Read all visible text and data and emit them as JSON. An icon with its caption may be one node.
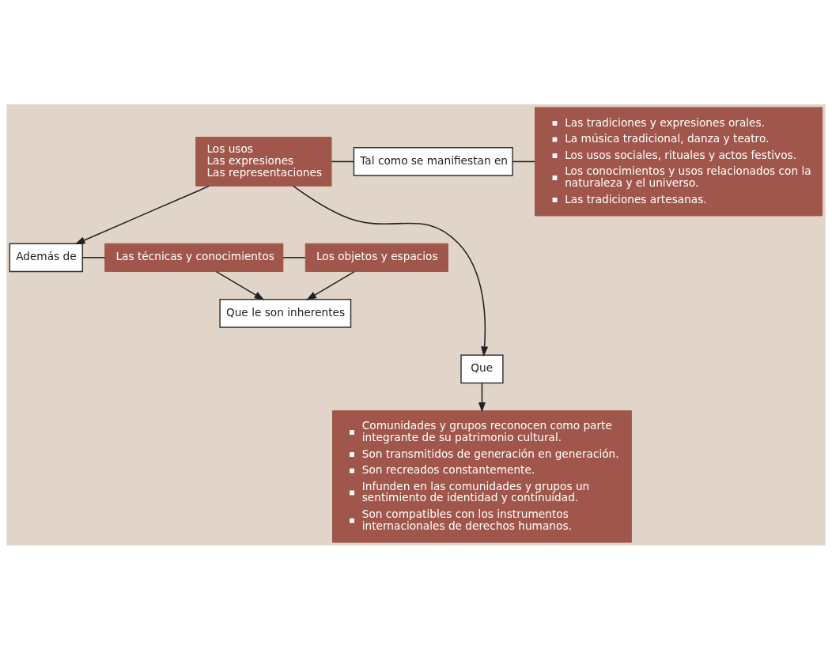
{
  "diagram": {
    "nodes": [
      {
        "text": [
          "Los usos",
          "Las expresiones",
          "Las representaciones"
        ]
      },
      {
        "text": [
          "Tal como se manifiestan en"
        ]
      },
      {
        "text": [
          "Las tradiciones y expresiones orales.",
          "La música tradicional, danza y teatro.",
          "Los usos sociales, rituales y actos festivos.",
          "Los conocimientos y usos relacionados con la naturaleza y el universo.",
          "Las tradiciones artesanas."
        ]
      },
      {
        "text": [
          "Además de"
        ]
      },
      {
        "text": [
          "Las técnicas y conocimientos"
        ]
      },
      {
        "text": [
          "Los objetos y espacios"
        ]
      },
      {
        "text": [
          "Que le son inherentes"
        ]
      },
      {
        "text": [
          "Que"
        ]
      },
      {
        "text": [
          "Comunidades y grupos reconocen como parte integrante de su patrimonio cultural.",
          "Son transmitidos de generación en generación.",
          "Son recreados constantemente.",
          "Infunden en las comunidades y grupos un sentimiento de identidad y continuidad.",
          "Son compatibles con los instrumentos internacionales de derechos humanos."
        ]
      }
    ],
    "edges": [
      {
        "from": 0,
        "to": 1,
        "arrow": "none"
      },
      {
        "from": 1,
        "to": 2,
        "arrow": "none"
      },
      {
        "from": 0,
        "to": 3,
        "arrow": "to"
      },
      {
        "from": 3,
        "to": 4,
        "arrow": "none"
      },
      {
        "from": 4,
        "to": 5,
        "arrow": "none"
      },
      {
        "from": 4,
        "to": 6,
        "arrow": "to"
      },
      {
        "from": 5,
        "to": 6,
        "arrow": "to"
      },
      {
        "from": 0,
        "to": 7,
        "arrow": "to"
      },
      {
        "from": 7,
        "to": 8,
        "arrow": "to"
      }
    ]
  }
}
